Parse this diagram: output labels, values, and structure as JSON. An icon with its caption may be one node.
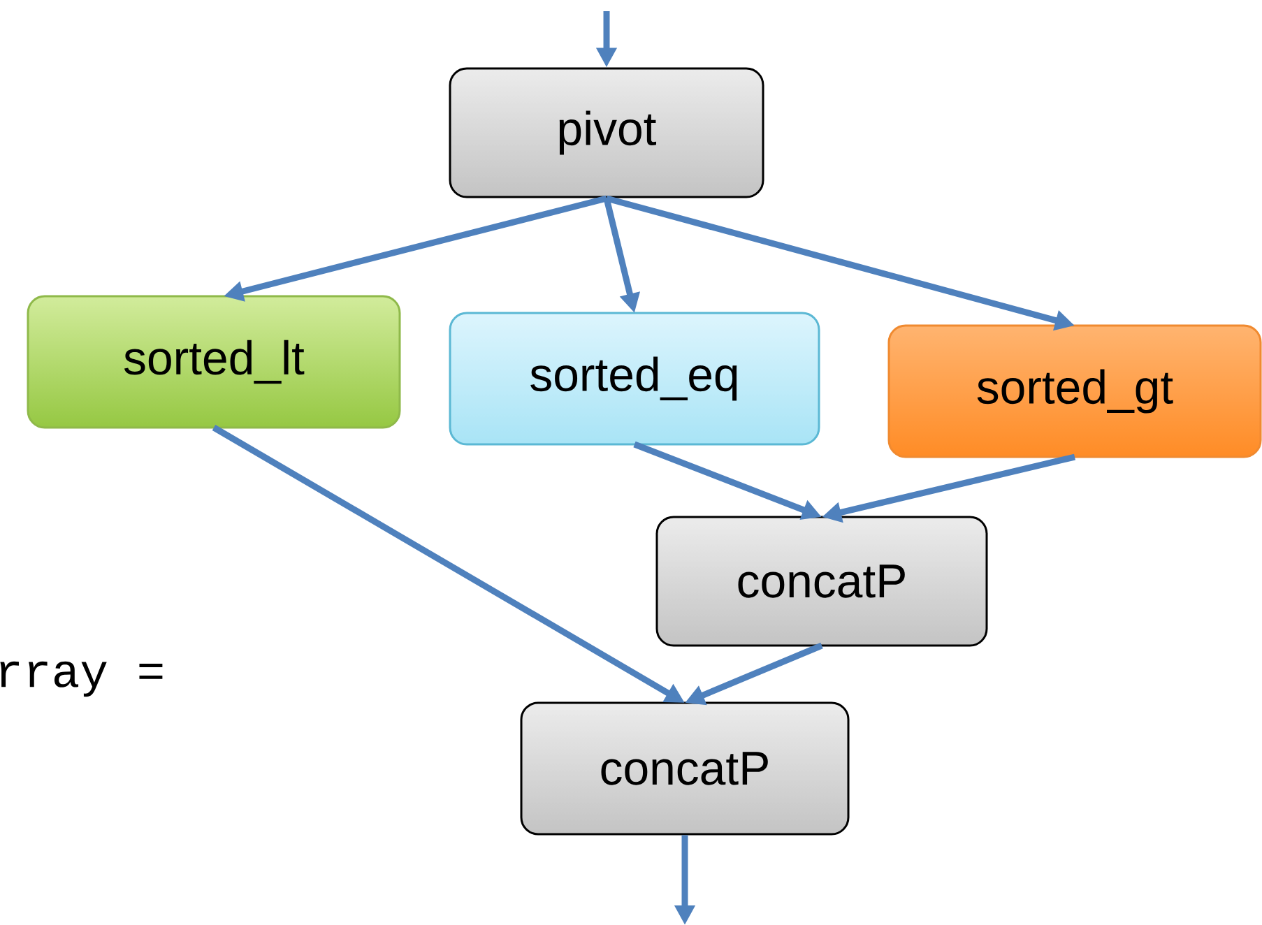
{
  "diagram": {
    "nodes": [
      {
        "text": [
          "pivot"
        ]
      },
      {
        "text": [
          "sorted_lt"
        ]
      },
      {
        "text": [
          "sorted_eq"
        ]
      },
      {
        "text": [
          "sorted_gt"
        ]
      },
      {
        "text": [
          "concatP"
        ]
      },
      {
        "text": [
          "concatP"
        ]
      }
    ],
    "edges": [
      {
        "from": null,
        "to": 0,
        "arrow": "to"
      },
      {
        "from": 0,
        "to": 1,
        "arrow": "to"
      },
      {
        "from": 0,
        "to": 2,
        "arrow": "to"
      },
      {
        "from": 0,
        "to": 3,
        "arrow": "to"
      },
      {
        "from": 2,
        "to": 4,
        "arrow": "to"
      },
      {
        "from": 3,
        "to": 4,
        "arrow": "to"
      },
      {
        "from": 1,
        "to": 5,
        "arrow": "to"
      },
      {
        "from": 4,
        "to": 5,
        "arrow": "to"
      },
      {
        "from": 5,
        "to": null,
        "arrow": "to"
      }
    ],
    "labels": [
      "rray ="
    ]
  }
}
